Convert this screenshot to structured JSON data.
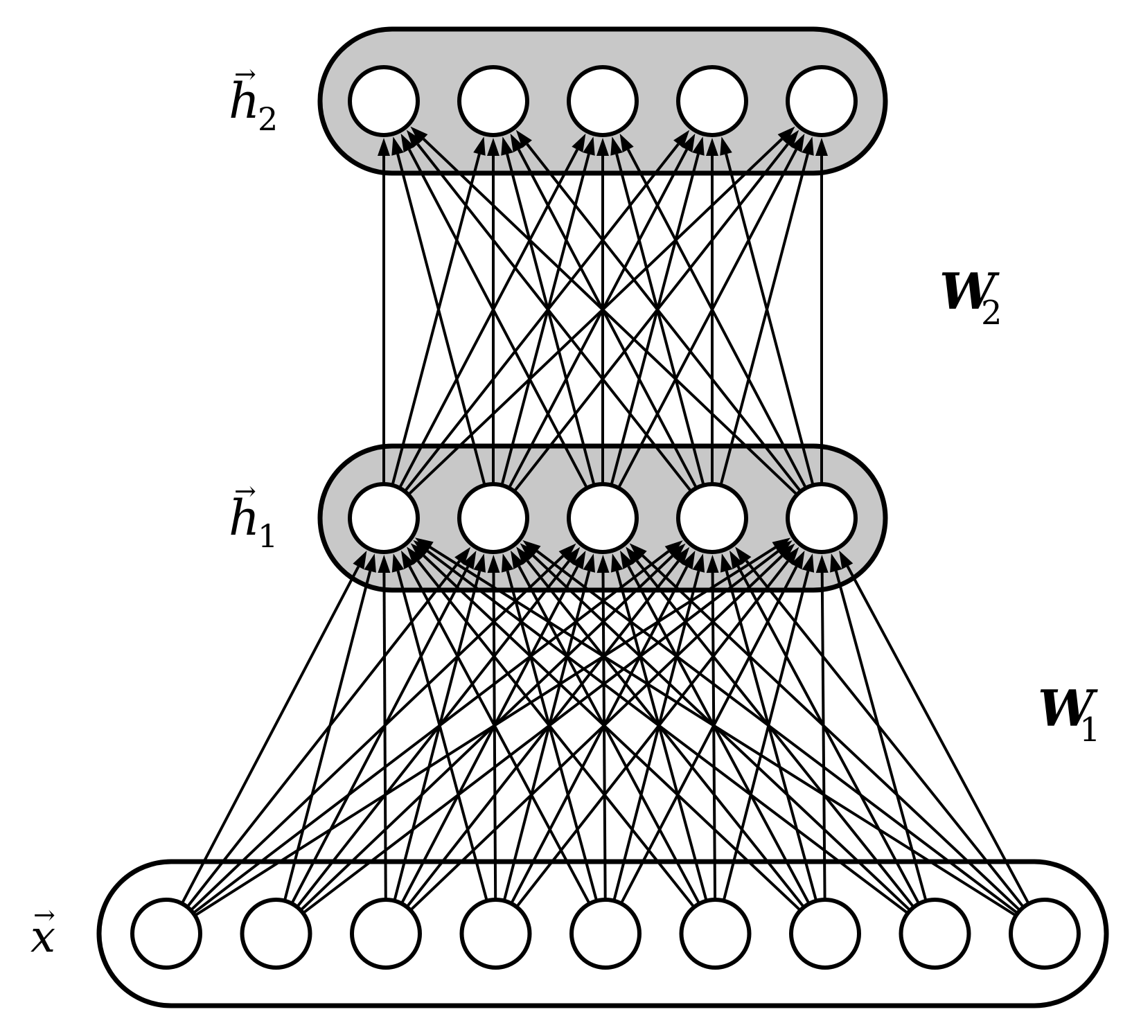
{
  "layers": [
    {
      "id": "x",
      "symbol": "x",
      "subscript": "",
      "vector_arrow": "→",
      "units": 9,
      "fill": "#ffffff"
    },
    {
      "id": "h1",
      "symbol": "h",
      "subscript": "1",
      "vector_arrow": "→",
      "units": 5,
      "fill": "#c8c8c8"
    },
    {
      "id": "h2",
      "symbol": "h",
      "subscript": "2",
      "vector_arrow": "→",
      "units": 5,
      "fill": "#c8c8c8"
    }
  ],
  "weights": [
    {
      "id": "W1",
      "symbol": "W",
      "subscript": "1",
      "from": "x",
      "to": "h1"
    },
    {
      "id": "W2",
      "symbol": "W",
      "subscript": "2",
      "from": "h1",
      "to": "h2"
    }
  ],
  "colors": {
    "stroke": "#000000",
    "neuron_fill": "#ffffff",
    "hidden_layer_fill": "#c8c8c8",
    "input_layer_fill": "#ffffff"
  }
}
